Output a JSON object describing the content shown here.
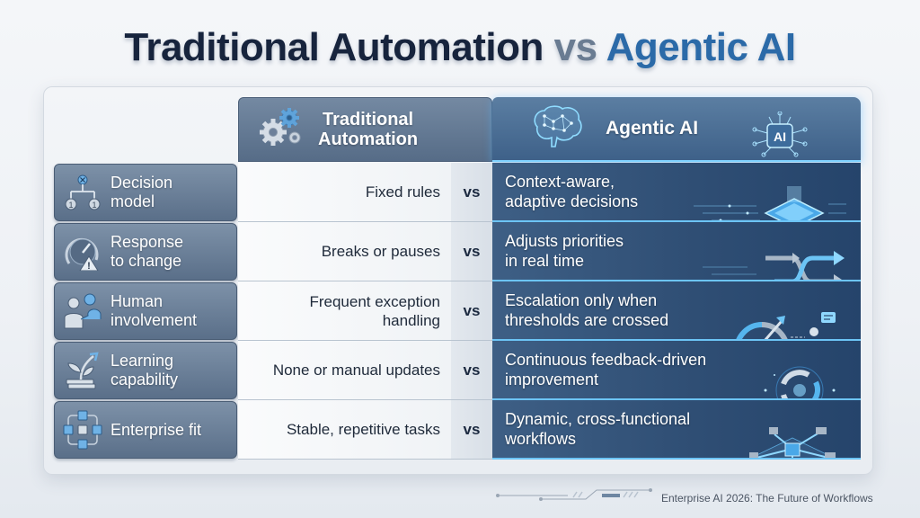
{
  "title": {
    "part1": "Traditional Automation",
    "part2": "vs",
    "part3": "Agentic AI"
  },
  "headers": {
    "traditional": {
      "label": "Traditional\nAutomation",
      "icon": "gears-icon"
    },
    "agentic": {
      "label": "Agentic AI",
      "icon": "brain-icon",
      "badge": "AI"
    }
  },
  "vs_label": "vs",
  "rows": [
    {
      "category": "Decision\nmodel",
      "icon": "decision-tree-icon",
      "traditional": "Fixed rules",
      "agentic": "Context-aware,\nadaptive decisions",
      "agentic_icon": "chip-icon"
    },
    {
      "category": "Response\nto change",
      "icon": "gauge-warning-icon",
      "traditional": "Breaks or pauses",
      "agentic": "Adjusts priorities\nin real time",
      "agentic_icon": "routing-arrows-icon"
    },
    {
      "category": "Human\ninvolvement",
      "icon": "people-icon",
      "traditional": "Frequent exception\nhandling",
      "agentic": "Escalation only when\nthresholds are crossed",
      "agentic_icon": "threshold-gauge-icon"
    },
    {
      "category": "Learning\ncapability",
      "icon": "growth-books-icon",
      "traditional": "None or manual updates",
      "agentic": "Continuous feedback-driven\nimprovement",
      "agentic_icon": "feedback-loop-icon"
    },
    {
      "category": "Enterprise fit",
      "icon": "network-cubes-icon",
      "traditional": "Stable, repetitive tasks",
      "agentic": "Dynamic, cross-functional\nworkflows",
      "agentic_icon": "workflow-network-icon"
    }
  ],
  "footer": {
    "text": "Enterprise AI 2026: The Future of Workflows"
  },
  "colors": {
    "title_dark": "#17243d",
    "title_vs": "#6a7c92",
    "title_accent": "#2b6aa8",
    "category_bg": "#6a7f98",
    "agentic_bg": "#2f4e74",
    "glow": "#6cc4f5"
  }
}
